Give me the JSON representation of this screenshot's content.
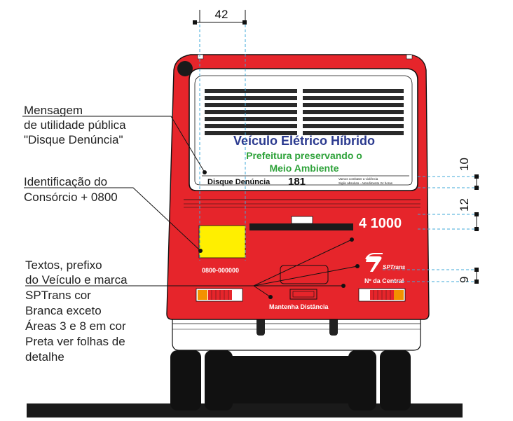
{
  "dimensions": {
    "width_label": "42",
    "window_bottom_label": "10",
    "sign_height_label": "12",
    "logo_height_label": "9"
  },
  "callouts": {
    "message": [
      "Mensagem",
      "de utilidade pública",
      "\"Disque Denúncia\""
    ],
    "consortium": [
      "Identificação do",
      "Consórcio + 0800"
    ],
    "texts": [
      "Textos,  prefixo",
      "do Veículo  e marca",
      "SPTrans cor",
      "Branca exceto",
      "Áreas 3 e 8 em cor",
      "Preta ver folhas de",
      "detalhe"
    ]
  },
  "bus": {
    "window_title": "Veículo Elétrico Híbrido",
    "window_subtitle_1": "Prefeitura preservando o",
    "window_subtitle_2": "Meio Ambiente",
    "strip_label": "Disque Denúncia",
    "strip_number": "181",
    "strip_note_1": "Vamos combater a violência",
    "strip_note_2": "Sigilo absoluto - Atendimento 24 horas",
    "fleet_number": "4 1000",
    "phone": "0800-000000",
    "brand": "SPTrans",
    "central_label": "Nº da Central",
    "distance_label": "Mantenha Distância"
  },
  "colors": {
    "body_red": "#e6252b",
    "window_title": "#2b3a8f",
    "window_green": "#2ea23a",
    "consortium_box": "#ffef00",
    "dimension_line": "#3fa9d9",
    "lamp_orange": "#f39200"
  }
}
